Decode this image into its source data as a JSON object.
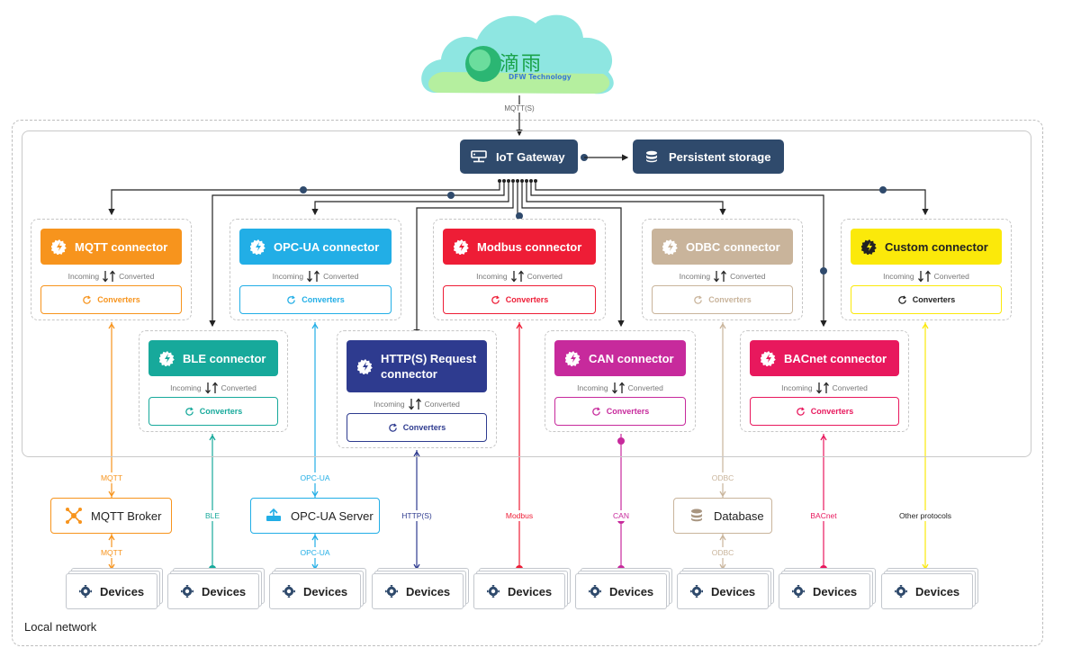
{
  "cloud": {
    "brand_text": "滴雨",
    "brand_sub": "DFW Technology",
    "link_label": "MQTT(S)"
  },
  "gateway": {
    "label": "IoT Gateway",
    "storage_label": "Persistent storage"
  },
  "connector_io": {
    "incoming": "Incoming",
    "converted": "Converted",
    "converters": "Converters"
  },
  "connectors": [
    {
      "key": "mqtt",
      "label": "MQTT connector",
      "color": "#f7941d",
      "text_color": "#ffffff"
    },
    {
      "key": "opcua",
      "label": "OPC-UA connector",
      "color": "#22aee6",
      "text_color": "#ffffff"
    },
    {
      "key": "modbus",
      "label": "Modbus connector",
      "color": "#ee1d36",
      "text_color": "#ffffff"
    },
    {
      "key": "odbc",
      "label": "ODBC connector",
      "color": "#c9b49b",
      "text_color": "#ffffff"
    },
    {
      "key": "custom",
      "label": "Custom connector",
      "color": "#fbe90a",
      "text_color": "#222222"
    },
    {
      "key": "ble",
      "label": "BLE connector",
      "color": "#17a99b",
      "text_color": "#ffffff"
    },
    {
      "key": "http",
      "label": "HTTP(S) Request connector",
      "color": "#2e3b8f",
      "text_color": "#ffffff"
    },
    {
      "key": "can",
      "label": "CAN connector",
      "color": "#c72a9c",
      "text_color": "#ffffff"
    },
    {
      "key": "bacnet",
      "label": "BACnet connector",
      "color": "#e8185d",
      "text_color": "#ffffff"
    }
  ],
  "protocols": {
    "mqtt_top": "MQTT",
    "mqtt_bottom": "MQTT",
    "ble": "BLE",
    "opcua_top": "OPC-UA",
    "opcua_bottom": "OPC-UA",
    "http": "HTTP(S)",
    "modbus": "Modbus",
    "can": "CAN",
    "odbc_top": "ODBC",
    "odbc_bottom": "ODBC",
    "bacnet": "BACnet",
    "other": "Other protocols"
  },
  "external": {
    "mqtt_broker": "MQTT Broker",
    "opcua_server": "OPC-UA Server",
    "database": "Database"
  },
  "devices_label": "Devices",
  "local_network_label": "Local network"
}
